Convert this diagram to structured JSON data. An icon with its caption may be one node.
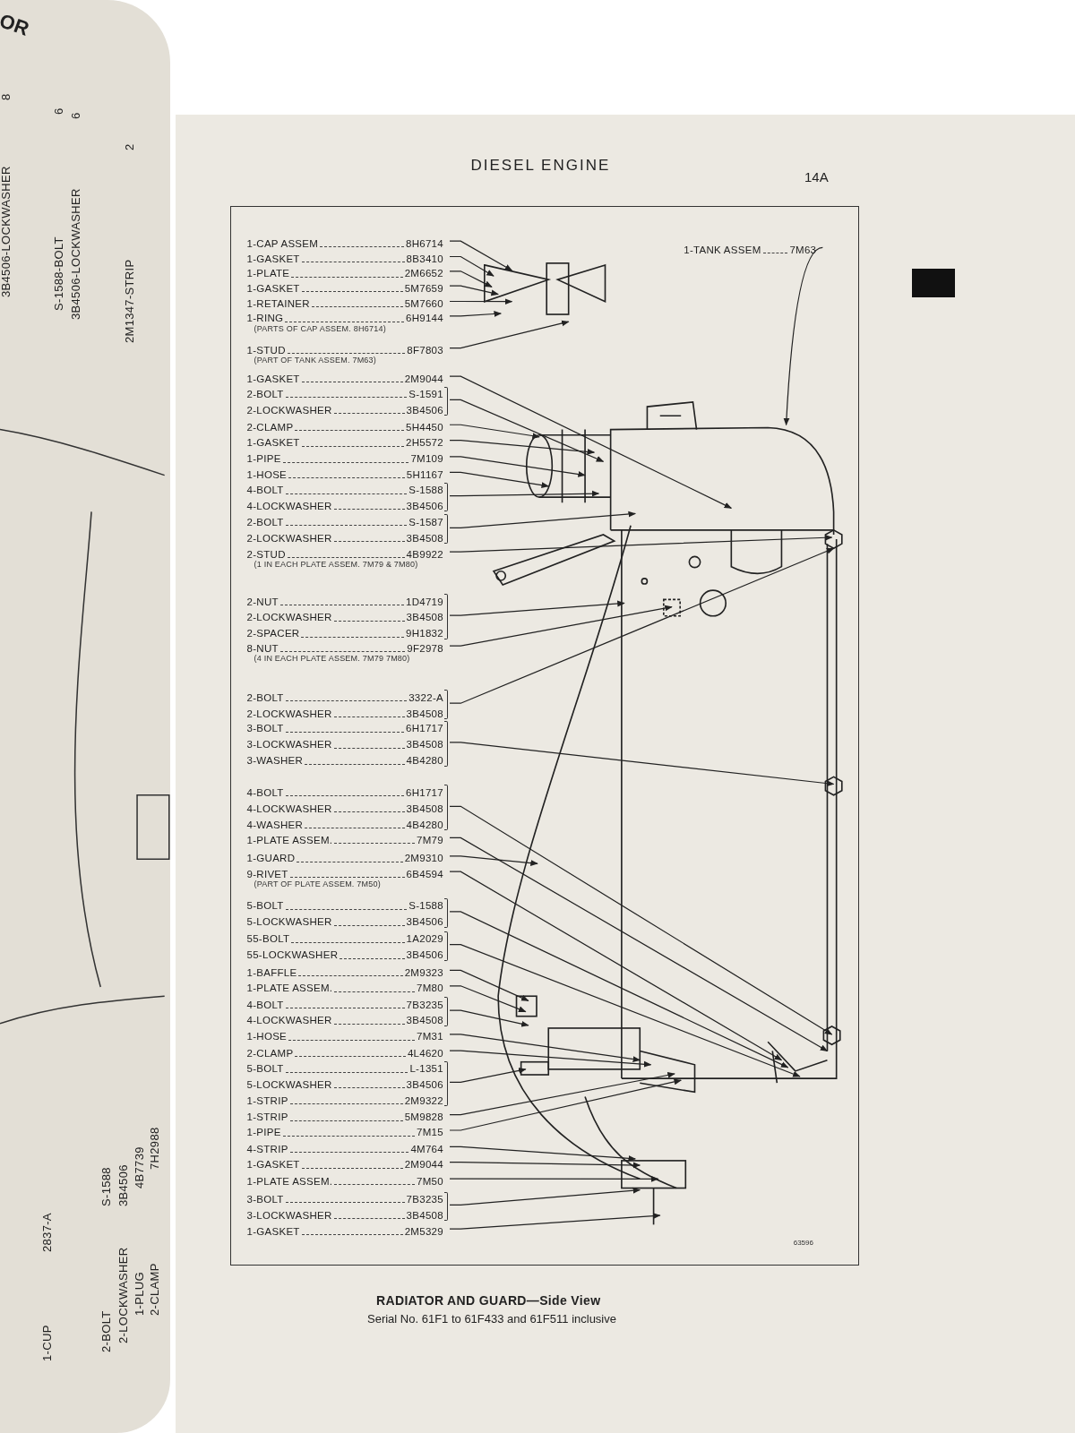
{
  "diagram": {
    "title": "RADIATOR AND GUARD—Side View",
    "caption": "Serial No. 61F1 to 61F433 and 61F511 inclusive",
    "nodes": [
      {
        "text": [
          "1-CAP ASSEM",
          "8H6714"
        ]
      },
      {
        "text": [
          "1-GASKET",
          "8B3410"
        ]
      },
      {
        "text": [
          "1-PLATE",
          "2M6652"
        ]
      },
      {
        "text": [
          "1-GASKET",
          "5M7659"
        ]
      },
      {
        "text": [
          "1-RETAINER",
          "5M7660"
        ]
      },
      {
        "text": [
          "1-RING",
          "6H9144"
        ],
        "beside": [
          "(PARTS OF CAP ASSEM. 8H6714)"
        ]
      },
      {
        "text": [
          "1-STUD",
          "8F7803"
        ],
        "beside": [
          "(PART OF TANK ASSEM. 7M63)"
        ]
      },
      {
        "text": [
          "1-GASKET",
          "2M9044"
        ]
      },
      {
        "text": [
          "2-BOLT",
          "S-1591",
          "2-LOCKWASHER",
          "3B4506"
        ]
      },
      {
        "text": [
          "2-CLAMP",
          "5H4450"
        ]
      },
      {
        "text": [
          "1-GASKET",
          "2H5572"
        ]
      },
      {
        "text": [
          "1-PIPE",
          "7M109"
        ]
      },
      {
        "text": [
          "1-HOSE",
          "5H1167"
        ]
      },
      {
        "text": [
          "4-BOLT",
          "S-1588",
          "4-LOCKWASHER",
          "3B4506"
        ]
      },
      {
        "text": [
          "2-BOLT",
          "S-1587",
          "2-LOCKWASHER",
          "3B4508"
        ]
      },
      {
        "text": [
          "2-STUD",
          "4B9922"
        ],
        "beside": [
          "(1 IN EACH PLATE ASSEM. 7M79 & 7M80)"
        ]
      },
      {
        "text": [
          "2-NUT",
          "1D4719",
          "2-LOCKWASHER",
          "3B4508",
          "2-SPACER",
          "9H1832"
        ]
      },
      {
        "text": [
          "8-NUT",
          "9F2978"
        ],
        "beside": [
          "(4 IN EACH PLATE ASSEM. 7M79 7M80)"
        ]
      },
      {
        "text": [
          "2-BOLT",
          "3322-A",
          "2-LOCKWASHER",
          "3B4508"
        ]
      },
      {
        "text": [
          "3-BOLT",
          "6H1717",
          "3-LOCKWASHER",
          "3B4508",
          "3-WASHER",
          "4B4280"
        ]
      },
      {
        "text": [
          "4-BOLT",
          "6H1717",
          "4-LOCKWASHER",
          "3B4508",
          "4-WASHER",
          "4B4280"
        ]
      },
      {
        "text": [
          "1-PLATE ASSEM.",
          "7M79"
        ]
      },
      {
        "text": [
          "1-GUARD",
          "2M9310"
        ]
      },
      {
        "text": [
          "9-RIVET",
          "6B4594"
        ],
        "beside": [
          "(PART OF PLATE ASSEM. 7M50)"
        ]
      },
      {
        "text": [
          "5-BOLT",
          "S-1588",
          "5-LOCKWASHER",
          "3B4506"
        ]
      },
      {
        "text": [
          "55-BOLT",
          "1A2029",
          "55-LOCKWASHER",
          "3B4506"
        ]
      },
      {
        "text": [
          "1-BAFFLE",
          "2M9323"
        ]
      },
      {
        "text": [
          "1-PLATE ASSEM.",
          "7M80"
        ]
      },
      {
        "text": [
          "4-BOLT",
          "7B3235",
          "4-LOCKWASHER",
          "3B4508"
        ]
      },
      {
        "text": [
          "1-HOSE",
          "7M31"
        ]
      },
      {
        "text": [
          "2-CLAMP",
          "4L4620"
        ]
      },
      {
        "text": [
          "5-BOLT",
          "L-1351",
          "5-LOCKWASHER",
          "3B4506",
          "1-STRIP",
          "2M9322"
        ]
      },
      {
        "text": [
          "1-STRIP",
          "5M9828"
        ]
      },
      {
        "text": [
          "1-PIPE",
          "7M15"
        ]
      },
      {
        "text": [
          "4-STRIP",
          "4M764"
        ]
      },
      {
        "text": [
          "1-GASKET",
          "2M9044"
        ]
      },
      {
        "text": [
          "1-PLATE ASSEM.",
          "7M50"
        ]
      },
      {
        "text": [
          "3-BOLT",
          "7B3235",
          "3-LOCKWASHER",
          "3B4508"
        ]
      },
      {
        "text": [
          "1-GASKET",
          "2M5329"
        ]
      },
      {
        "text": [
          "1-TANK ASSEM",
          "7M63"
        ]
      }
    ],
    "edges": [
      {
        "from": 0,
        "to": null,
        "arrow": "to"
      },
      {
        "from": 1,
        "to": null,
        "arrow": "to"
      },
      {
        "from": 2,
        "to": null,
        "arrow": "to"
      },
      {
        "from": 3,
        "to": null,
        "arrow": "to"
      },
      {
        "from": 4,
        "to": null,
        "arrow": "to"
      },
      {
        "from": 5,
        "to": null,
        "arrow": "to"
      },
      {
        "from": 6,
        "to": null,
        "arrow": "to"
      },
      {
        "from": 7,
        "to": null,
        "arrow": "to"
      },
      {
        "from": 8,
        "to": null,
        "arrow": "to"
      },
      {
        "from": 9,
        "to": null,
        "arrow": "to"
      },
      {
        "from": 10,
        "to": null,
        "arrow": "to"
      },
      {
        "from": 11,
        "to": null,
        "arrow": "to"
      },
      {
        "from": 12,
        "to": null,
        "arrow": "to"
      },
      {
        "from": 13,
        "to": null,
        "arrow": "to"
      },
      {
        "from": 14,
        "to": null,
        "arrow": "to"
      },
      {
        "from": 15,
        "to": null,
        "arrow": "to"
      },
      {
        "from": 16,
        "to": null,
        "arrow": "to"
      },
      {
        "from": 17,
        "to": null,
        "arrow": "to"
      },
      {
        "from": 18,
        "to": null,
        "arrow": "to"
      },
      {
        "from": 19,
        "to": null,
        "arrow": "to"
      },
      {
        "from": 20,
        "to": null,
        "arrow": "to"
      },
      {
        "from": 21,
        "to": null,
        "arrow": "to"
      },
      {
        "from": 22,
        "to": null,
        "arrow": "to"
      },
      {
        "from": 23,
        "to": null,
        "arrow": "to"
      },
      {
        "from": 24,
        "to": null,
        "arrow": "to"
      },
      {
        "from": 25,
        "to": null,
        "arrow": "to"
      },
      {
        "from": 26,
        "to": null,
        "arrow": "to"
      },
      {
        "from": 27,
        "to": null,
        "arrow": "to"
      },
      {
        "from": 28,
        "to": null,
        "arrow": "to"
      },
      {
        "from": 29,
        "to": null,
        "arrow": "to"
      },
      {
        "from": 30,
        "to": null,
        "arrow": "to"
      },
      {
        "from": 31,
        "to": null,
        "arrow": "to"
      },
      {
        "from": 32,
        "to": null,
        "arrow": "to"
      },
      {
        "from": 33,
        "to": null,
        "arrow": "to"
      },
      {
        "from": 34,
        "to": null,
        "arrow": "to"
      },
      {
        "from": 35,
        "to": null,
        "arrow": "to"
      },
      {
        "from": 36,
        "to": null,
        "arrow": "to"
      },
      {
        "from": 37,
        "to": null,
        "arrow": "to"
      },
      {
        "from": 38,
        "to": null,
        "arrow": "to"
      },
      {
        "from": 39,
        "to": null,
        "arrow": "to"
      }
    ],
    "labels": [
      "DIESEL ENGINE",
      "14A",
      "63596",
      "OR",
      "3B4506-LOCKWASHER",
      "8",
      "S-1588-BOLT",
      "6",
      "3B4506-LOCKWASHER",
      "6",
      "2M1347-STRIP",
      "2",
      "1-CUP",
      "2837-A",
      "2-BOLT",
      "S-1588",
      "2-LOCKWASHER",
      "3B4506",
      "1-PLUG",
      "4B7739",
      "2-CLAMP",
      "7H2988"
    ]
  }
}
